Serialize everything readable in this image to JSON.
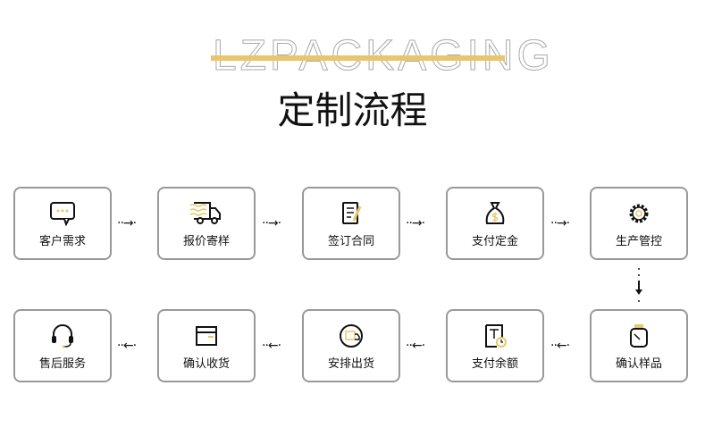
{
  "header": {
    "watermark": "LZPACKAGING",
    "title": "定制流程"
  },
  "accent": "#e8c76a",
  "steps": [
    {
      "label": "客户需求",
      "icon": "chat-bubble-icon"
    },
    {
      "label": "报价寄样",
      "icon": "delivery-truck-icon"
    },
    {
      "label": "签订合同",
      "icon": "contract-icon"
    },
    {
      "label": "支付定金",
      "icon": "money-bag-icon"
    },
    {
      "label": "生产管控",
      "icon": "gear-icon"
    },
    {
      "label": "确认样品",
      "icon": "sample-jar-icon"
    },
    {
      "label": "支付余额",
      "icon": "invoice-clock-icon"
    },
    {
      "label": "安排出货",
      "icon": "shipping-coin-icon"
    },
    {
      "label": "确认收货",
      "icon": "box-icon"
    },
    {
      "label": "售后服务",
      "icon": "headset-icon"
    }
  ]
}
